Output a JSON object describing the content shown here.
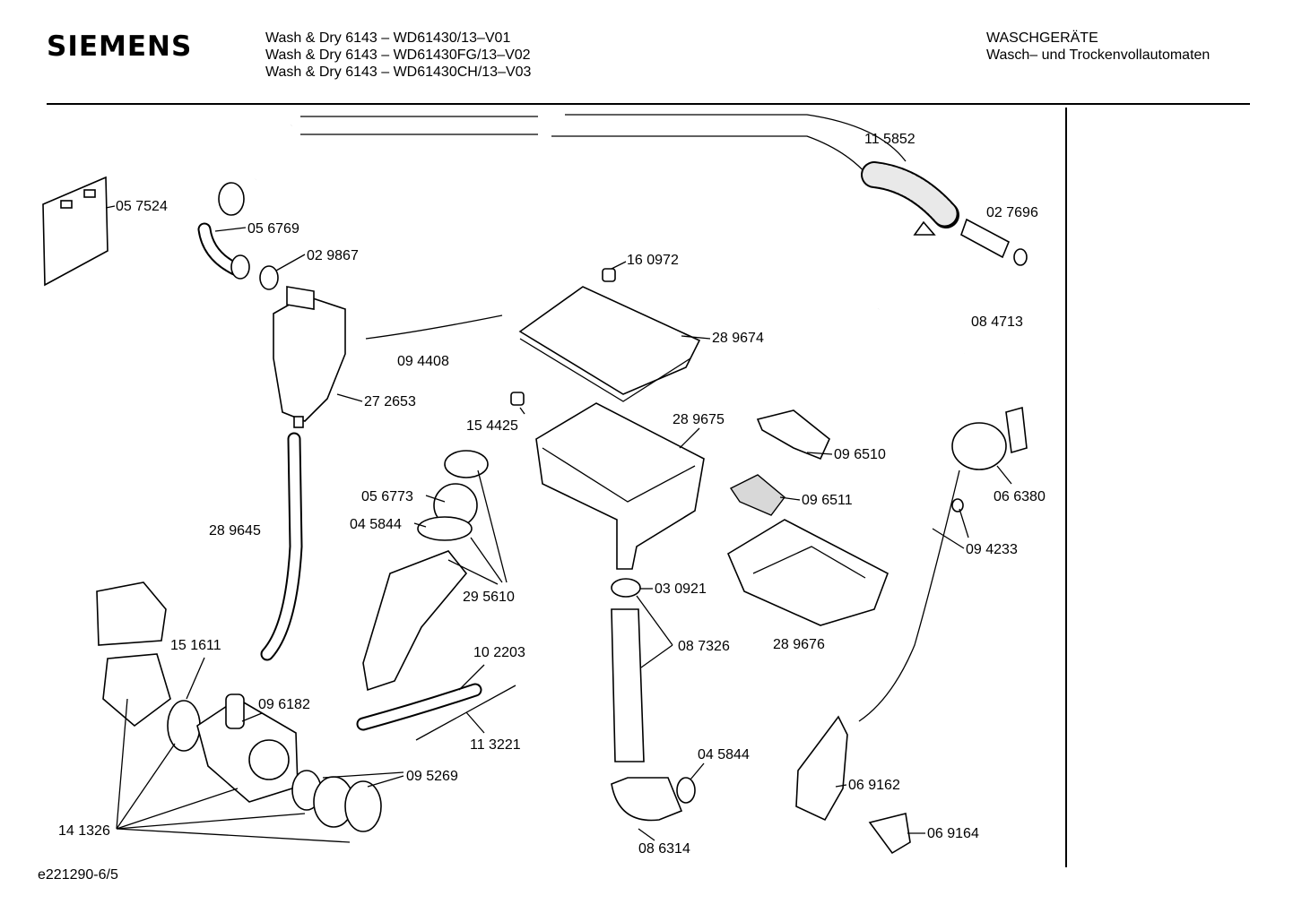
{
  "header": {
    "brand": "SIEMENS",
    "models": [
      "Wash & Dry 6143 – WD61430/13–V01",
      "Wash & Dry 6143 – WD61430FG/13–V02",
      "Wash & Dry 6143 – WD61430CH/13–V03"
    ],
    "category": "WASCHGERÄTE",
    "category_sub": "Wasch– und Trockenvollautomaten"
  },
  "footer": {
    "code": "e221290-6/5"
  },
  "parts": [
    "11 5852",
    "02 7696",
    "08 4713",
    "05 7524",
    "05 6769",
    "02 9867",
    "16 0972",
    "28 9674",
    "09 4408",
    "27 2653",
    "15 4425",
    "28 9675",
    "09 6510",
    "09 6511",
    "06 6380",
    "09 4233",
    "05 6773",
    "04 5844",
    "28 9645",
    "29 5610",
    "03 0921",
    "08 7326",
    "28 9676",
    "10 2203",
    "15 1611",
    "09 6182",
    "11 3221",
    "09 5269",
    "04 5844",
    "06 9162",
    "14 1326",
    "08 6314",
    "06 9164"
  ]
}
